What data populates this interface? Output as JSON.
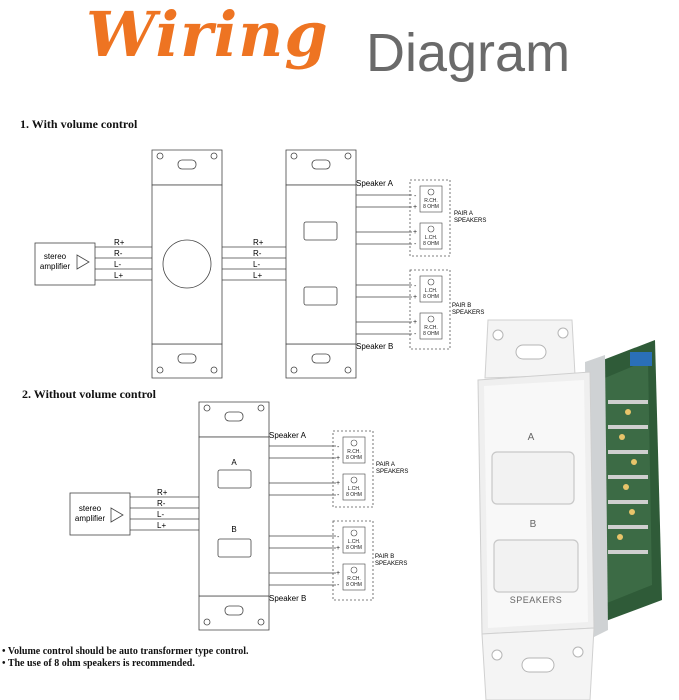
{
  "title": {
    "wiring": "Wiring",
    "diagram": "Diagram"
  },
  "section1": {
    "heading": "1. With volume control",
    "amp_label_1": "stereo",
    "amp_label_2": "amplifier",
    "wires": [
      "R+",
      "R-",
      "L-",
      "L+"
    ],
    "speaker_a": "Speaker A",
    "speaker_b": "Speaker B",
    "pair_a": [
      "PAIR A",
      "SPEAKERS"
    ],
    "pair_b": [
      "PAIR B",
      "SPEAKERS"
    ],
    "spk_labels": [
      [
        "R.CH.",
        "8 OHM"
      ],
      [
        "L.CH.",
        "8 OHM"
      ],
      [
        "L.CH.",
        "8 OHM"
      ],
      [
        "R.CH.",
        "8 OHM"
      ]
    ]
  },
  "section2": {
    "heading": "2. Without volume control",
    "amp_label_1": "stereo",
    "amp_label_2": "amplifier",
    "wires": [
      "R+",
      "R-",
      "L-",
      "L+"
    ],
    "speaker_a": "Speaker A",
    "speaker_b": "Speaker B",
    "switch_a": "A",
    "switch_b": "B",
    "pair_a": [
      "PAIR A",
      "SPEAKERS"
    ],
    "pair_b": [
      "PAIR B",
      "SPEAKERS"
    ],
    "spk_labels": [
      [
        "R.CH.",
        "8 OHM"
      ],
      [
        "L.CH.",
        "8 OHM"
      ],
      [
        "L.CH.",
        "8 OHM"
      ],
      [
        "R.CH.",
        "8 OHM"
      ]
    ]
  },
  "photo": {
    "label_a": "A",
    "label_b": "B",
    "label_speakers": "SPEAKERS"
  },
  "notes": [
    "• Volume control should be auto transformer type control.",
    "• The use of 8 ohm speakers is recommended."
  ],
  "colors": {
    "title_orange": "#ee7422",
    "title_gray": "#6a6a6a",
    "pcb_green": "#2f5b38",
    "knob_blue": "#2a6fb8"
  }
}
